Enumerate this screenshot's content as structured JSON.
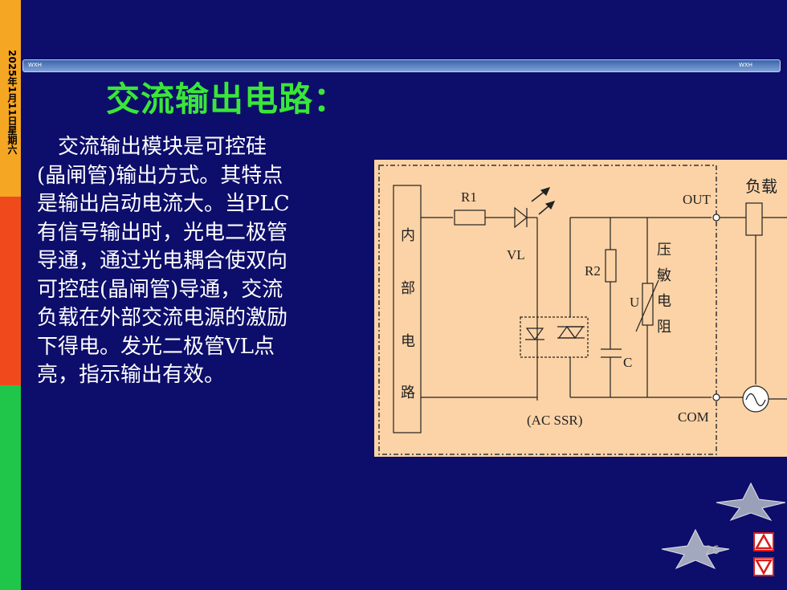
{
  "slide": {
    "date_label": "2025年1月11日星期六",
    "header_left": "WXH",
    "header_right": "WXH",
    "title": "交流输出电路：",
    "paragraph_lines": [
      "　交流输出模块是可控硅",
      "(晶闸管)输出方式。其特点",
      "是输出启动电流大。当PLC",
      "有信号输出时，光电二极管",
      "导通，通过光电耦合使双向",
      "可控硅(晶闸管)导通，交流",
      "负载在外部交流电源的激励",
      "下得电。发光二极管VL点",
      "亮，指示输出有效。"
    ],
    "page_number": "26"
  },
  "circuit": {
    "internal_label_chars": [
      "内",
      "部",
      "电",
      "路"
    ],
    "r1": "R1",
    "vl": "VL",
    "r2": "R2",
    "u": "U",
    "c": "C",
    "out": "OUT",
    "com": "COM",
    "ac_ssr": "(AC SSR)",
    "load": "负载",
    "varistor_chars": [
      "压",
      "敏",
      "电",
      "阻"
    ]
  },
  "colors": {
    "background": "#0d0d6b",
    "title": "#39e639",
    "circuit_bg": "#fcd3a6"
  },
  "icons": [
    "star-icon",
    "star-icon",
    "up-arrow-icon",
    "down-arrow-icon"
  ]
}
